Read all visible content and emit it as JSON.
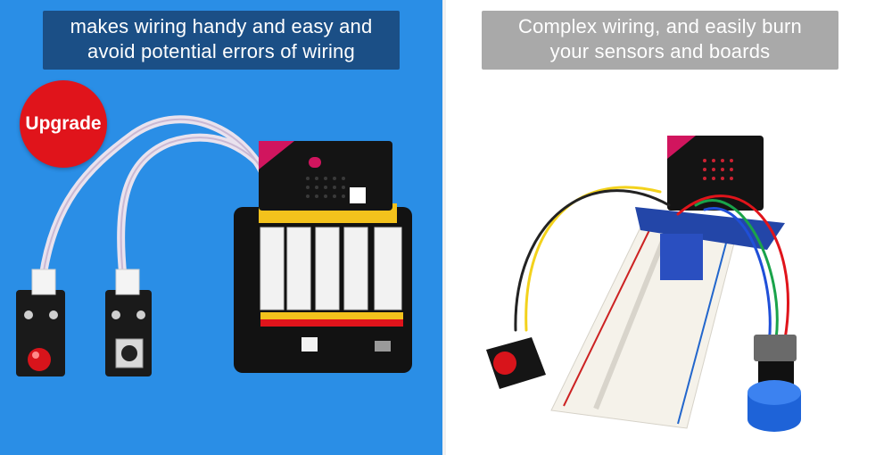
{
  "left_panel": {
    "caption_line1": "makes wiring handy and easy and",
    "caption_line2": "avoid potential errors of wiring",
    "badge": "Upgrade",
    "background": "#2a8ee6",
    "caption_bg": "#1b4f86",
    "badge_color": "#e0141b"
  },
  "right_panel": {
    "caption_line1": "Complex wiring, and easily burn",
    "caption_line2": "your sensors and boards",
    "caption_bg": "#a9a9a9"
  },
  "icons": [
    "microbit-board-illustration",
    "shield-board-illustration",
    "led-module-illustration",
    "button-module-illustration",
    "breadboard-illustration",
    "potentiometer-illustration"
  ]
}
